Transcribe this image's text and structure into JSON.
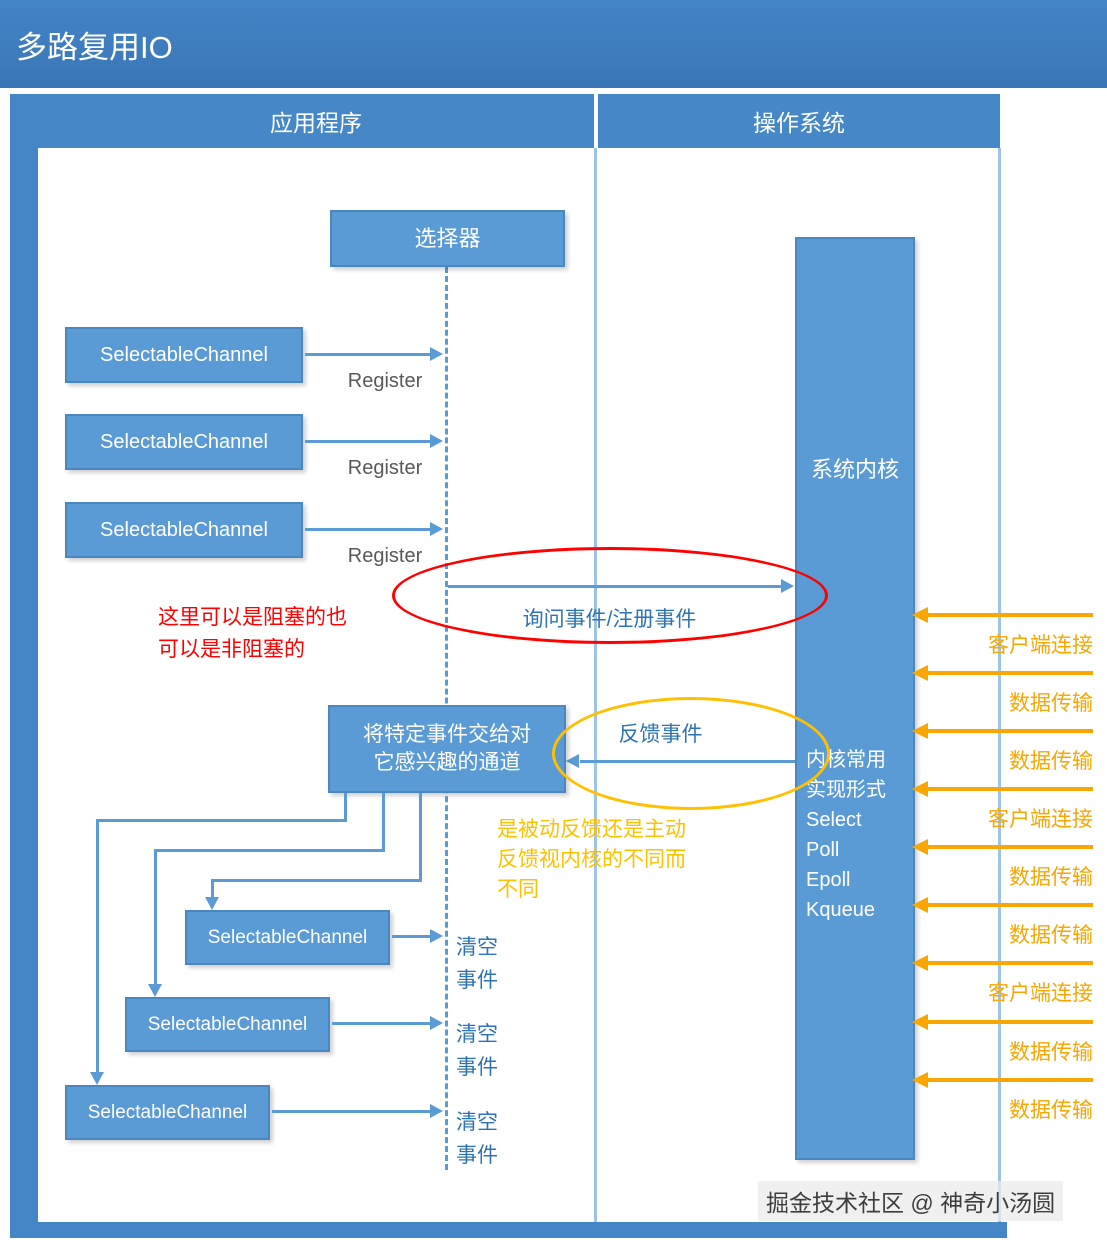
{
  "title": "多路复用IO",
  "columns": {
    "app": "应用程序",
    "os": "操作系统"
  },
  "selector": {
    "label": "选择器"
  },
  "register_channels": [
    {
      "label": "SelectableChannel",
      "arrow_label": "Register"
    },
    {
      "label": "SelectableChannel",
      "arrow_label": "Register"
    },
    {
      "label": "SelectableChannel",
      "arrow_label": "Register"
    }
  ],
  "red_note": {
    "line1": "这里可以是阻塞的也",
    "line2": "可以是非阻塞的"
  },
  "query_arrow": {
    "label": "询问事件/注册事件"
  },
  "kernel": {
    "label": "系统内核",
    "impl_intro": [
      "内核常用",
      "实现形式"
    ],
    "impls": [
      "Select",
      "Poll",
      "Epoll",
      "Kqueue"
    ]
  },
  "feedback": {
    "arrow_label": "反馈事件",
    "box_line1": "将特定事件交给对",
    "box_line2": "它感兴趣的通道"
  },
  "yellow_note": {
    "line1": "是被动反馈还是主动",
    "line2": "反馈视内核的不同而",
    "line3": "不同"
  },
  "clear_channels": [
    {
      "label": "SelectableChannel",
      "event_line1": "清空",
      "event_line2": "事件"
    },
    {
      "label": "SelectableChannel",
      "event_line1": "清空",
      "event_line2": "事件"
    },
    {
      "label": "SelectableChannel",
      "event_line1": "清空",
      "event_line2": "事件"
    }
  ],
  "os_events": [
    {
      "label": "客户端连接"
    },
    {
      "label": "数据传输"
    },
    {
      "label": "数据传输"
    },
    {
      "label": "客户端连接"
    },
    {
      "label": "数据传输"
    },
    {
      "label": "数据传输"
    },
    {
      "label": "客户端连接"
    },
    {
      "label": "数据传输"
    },
    {
      "label": "数据传输"
    }
  ],
  "watermark": "掘金技术社区 @ 神奇小汤圆",
  "colors": {
    "frame_blue": "#4486c6",
    "box_blue": "#5b9bd5",
    "box_border": "#4a86c0",
    "label_blue": "#2e74b5",
    "register_gray": "#595959",
    "red": "#ff0000",
    "yellow": "#ffc000",
    "orange": "#f9a602"
  }
}
